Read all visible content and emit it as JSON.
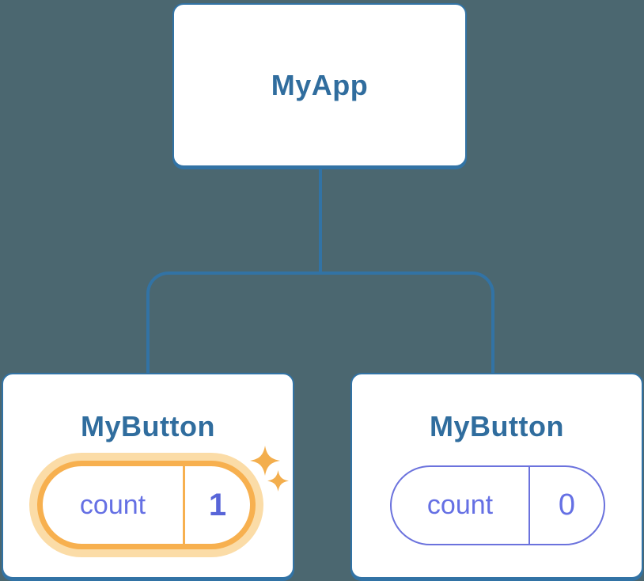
{
  "diagram": {
    "root": {
      "label": "MyApp"
    },
    "children": [
      {
        "label": "MyButton",
        "prop_name": "count",
        "prop_value": "1",
        "highlighted": true
      },
      {
        "label": "MyButton",
        "prop_name": "count",
        "prop_value": "0",
        "highlighted": false
      }
    ]
  },
  "icons": {
    "sparkle": "four-pointed-star"
  },
  "colors": {
    "background": "#4b6770",
    "connector": "#3273a5",
    "node_border": "#3273a5",
    "node_title": "#306d9e",
    "state_text": "#6570e4",
    "state_border": "#6b72dd",
    "highlight_orange": "#f7b04f",
    "highlight_halo": "#fbdca7",
    "sparkle": "#f3ae4d",
    "value_bold": "#5865d8"
  }
}
